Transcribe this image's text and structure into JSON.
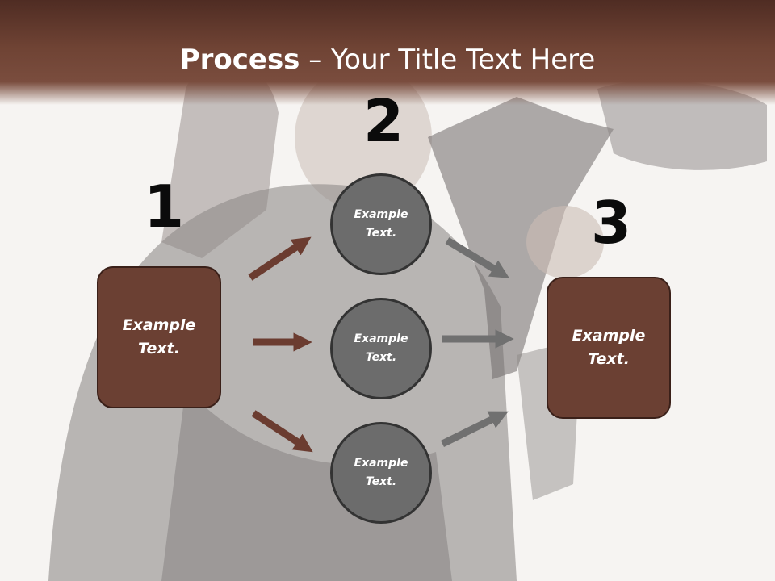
{
  "title": {
    "bold": "Process",
    "rest": " – Your Title Text Here"
  },
  "steps": [
    {
      "number": "1",
      "text": "Example Text."
    },
    {
      "number": "2",
      "text": "Example Text."
    },
    {
      "number": "3",
      "text": "Example Text."
    }
  ],
  "middle": [
    {
      "text": "Example Text."
    },
    {
      "text": "Example Text."
    },
    {
      "text": "Example Text."
    }
  ],
  "colors": {
    "brown": "#6b4033",
    "title_bar": "#6f4334",
    "circle": "#6c6c6c",
    "arrow_brown": "#6b3c30",
    "arrow_gray": "#707070"
  }
}
